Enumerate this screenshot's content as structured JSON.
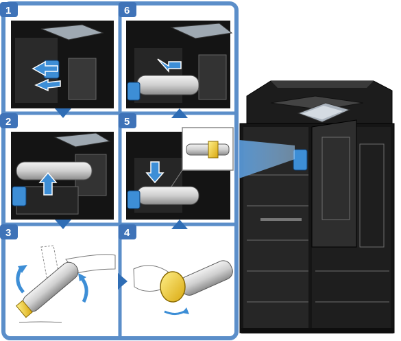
{
  "steps": [
    {
      "number": "1"
    },
    {
      "number": "2"
    },
    {
      "number": "3"
    },
    {
      "number": "4"
    },
    {
      "number": "5"
    },
    {
      "number": "6"
    }
  ],
  "colors": {
    "frame_blue": "#5b8ec9",
    "badge_blue": "#3f73b8",
    "arrow_blue": "#2f6db5",
    "toner_yellow": "#e8c21a",
    "machine_black": "#1a1a1a",
    "cartridge_gray": "#cfcfcf",
    "handle_blue": "#3d8ed6",
    "line_gray": "#888888"
  },
  "icons": [
    "arrow-left-icon",
    "arrow-up-icon",
    "arrow-down-icon",
    "rotate-arrow-icon",
    "flow-arrow-icon"
  ]
}
